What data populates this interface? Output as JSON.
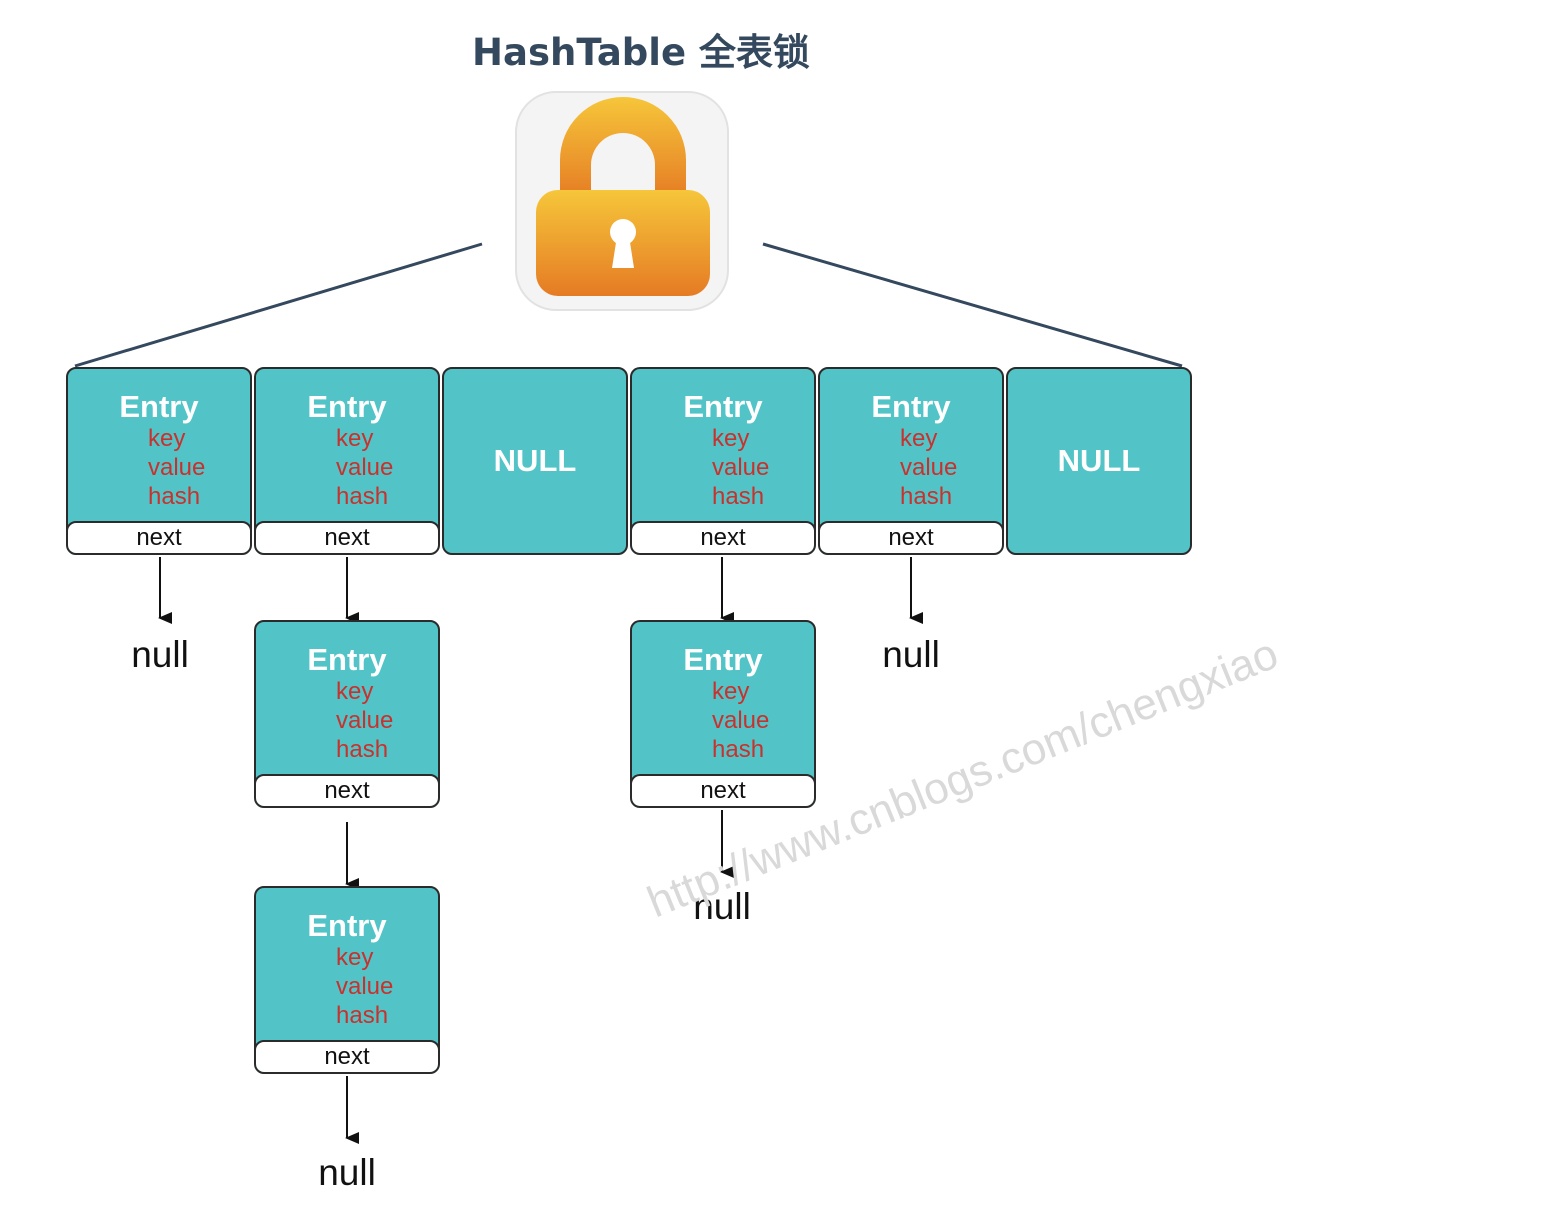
{
  "title": "HashTable 全表锁",
  "watermark": "http://www.cnblogs.com/chengxiao",
  "icons": {
    "lock": "padlock-icon"
  },
  "colors": {
    "entry_fill": "#52c4c8",
    "field_text": "#c8322e",
    "title_text": "#34485e",
    "lock_body": "#f0a030"
  },
  "entry": {
    "title": "Entry",
    "key": "key",
    "value": "value",
    "hash": "hash",
    "next": "next"
  },
  "buckets": [
    {
      "type": "entry",
      "chain_end": "null"
    },
    {
      "type": "entry",
      "chain_length": 3,
      "chain_end": "null"
    },
    {
      "type": "null",
      "label": "NULL"
    },
    {
      "type": "entry",
      "chain_length": 2,
      "chain_end": "null"
    },
    {
      "type": "entry",
      "chain_end": "null"
    },
    {
      "type": "null",
      "label": "NULL"
    }
  ],
  "null_text": "null"
}
